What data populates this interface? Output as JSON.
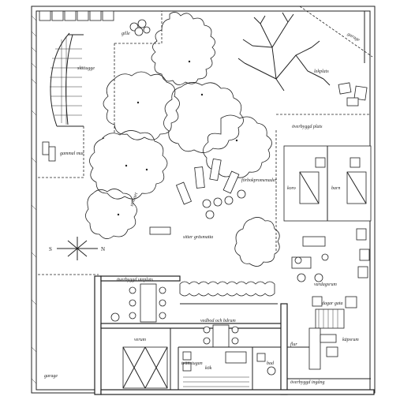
{
  "labels": {
    "gille": "gille",
    "garage_top": "garage",
    "slattugge": "slättugge",
    "lekplats": "lekplats",
    "gammal_mur": "gammal mur",
    "overbyggd_plats": "överbyggd plats",
    "forbokpromenader": "förbokpromenader",
    "koro": "koro",
    "barn": "barn",
    "stihuset": "stihuset",
    "sitter_gradsmatta": "sitter gräsmatta",
    "overbyggd_uteplats": "överbyggd uteplats",
    "vardagsrum": "vardagsrum",
    "dagar_gata": "dagar gata",
    "vedbod_och_bdrum": "vedbod och bdrum",
    "verum": "verum",
    "kapsrum": "käpsrum",
    "bad": "bad",
    "kok": "kök",
    "tvattstugan": "tvättstugan",
    "flur": "flur",
    "foerlokt_ingang": "överbyggd ingång",
    "garage_bottom": "garage",
    "compass_s": "S",
    "compass_n": "N"
  }
}
